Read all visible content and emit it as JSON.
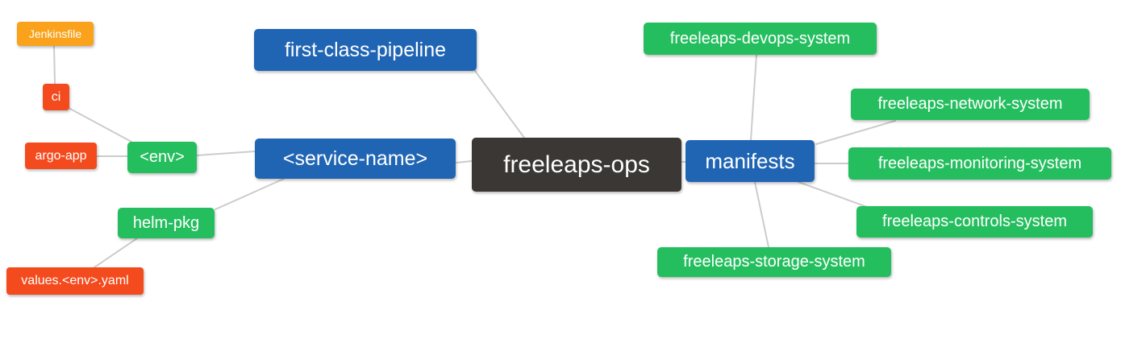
{
  "palette": {
    "root_bg": "#3A3734",
    "primary_bg": "#2065B4",
    "secondary_bg": "#25BE5F",
    "tertiary_bg": "#F44B1E",
    "quaternary_bg": "#FAA21B",
    "edge_color": "#CCCCCC",
    "text_color": "#FFFFFF",
    "canvas_bg": "#FFFFFF"
  },
  "nodes": {
    "root": {
      "label": "freeleaps-ops"
    },
    "first_class_pipeline": {
      "label": "first-class-pipeline"
    },
    "service_name": {
      "label": "<service-name>"
    },
    "manifests": {
      "label": "manifests"
    },
    "env": {
      "label": "<env>"
    },
    "helm_pkg": {
      "label": "helm-pkg"
    },
    "ci": {
      "label": "ci"
    },
    "argo_app": {
      "label": "argo-app"
    },
    "jenkinsfile": {
      "label": "Jenkinsfile"
    },
    "values_env_yaml": {
      "label": "values.<env>.yaml"
    },
    "devops_system": {
      "label": "freeleaps-devops-system"
    },
    "network_system": {
      "label": "freeleaps-network-system"
    },
    "monitoring_system": {
      "label": "freeleaps-monitoring-system"
    },
    "controls_system": {
      "label": "freeleaps-controls-system"
    },
    "storage_system": {
      "label": "freeleaps-storage-system"
    }
  },
  "edges": [
    {
      "from": "jenkinsfile",
      "to": "ci"
    },
    {
      "from": "ci",
      "to": "env"
    },
    {
      "from": "argo_app",
      "to": "env"
    },
    {
      "from": "env",
      "to": "service_name"
    },
    {
      "from": "helm_pkg",
      "to": "service_name"
    },
    {
      "from": "values_env_yaml",
      "to": "helm_pkg"
    },
    {
      "from": "first_class_pipeline",
      "to": "root"
    },
    {
      "from": "service_name",
      "to": "root"
    },
    {
      "from": "root",
      "to": "manifests"
    },
    {
      "from": "manifests",
      "to": "devops_system"
    },
    {
      "from": "manifests",
      "to": "network_system"
    },
    {
      "from": "manifests",
      "to": "monitoring_system"
    },
    {
      "from": "manifests",
      "to": "controls_system"
    },
    {
      "from": "manifests",
      "to": "storage_system"
    }
  ]
}
